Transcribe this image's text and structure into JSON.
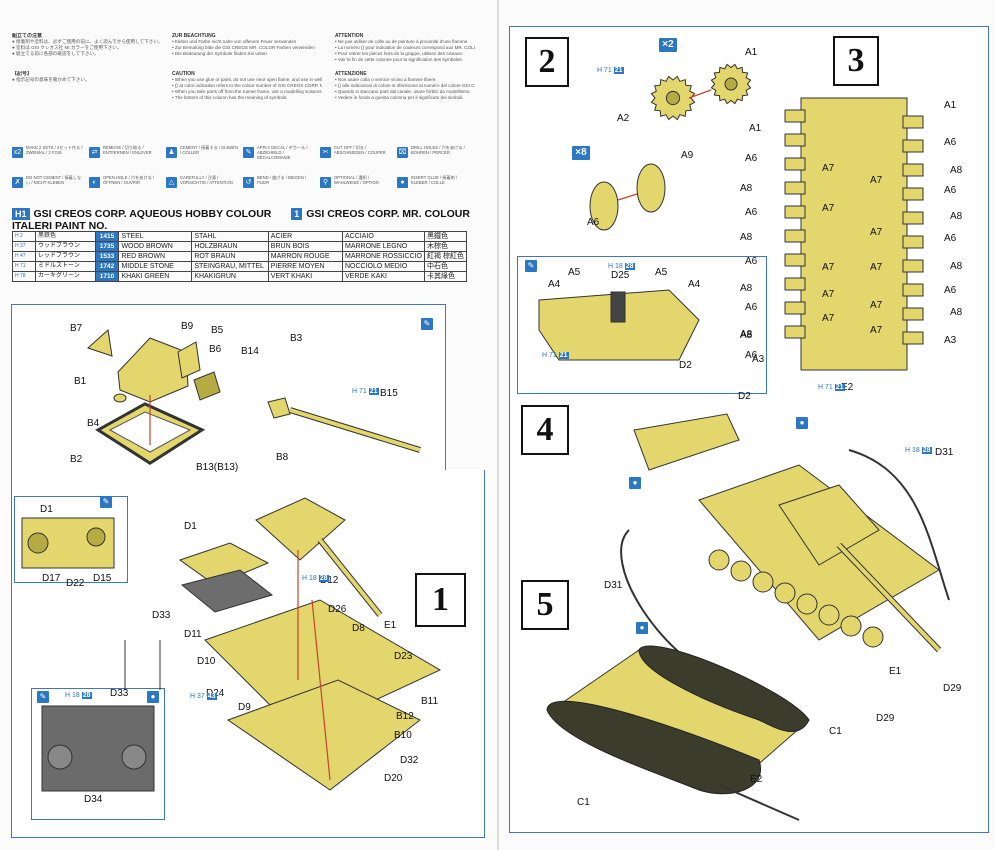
{
  "header": {
    "jp": {
      "title": "組立ての注意",
      "lines": [
        "● 接着剤や塗料は、必ずご使用の前に、よく読んでから使用して下さい。",
        "● 塗料は GSI クレオス社 Mr.カラーをご使用下さい。",
        "● 組立てる前に各部の確認をして下さい。"
      ],
      "symbols_title": "【記号】",
      "symbol_lines": [
        "● 指示記号の意味を確かめて下さい。"
      ]
    },
    "de": {
      "title": "ZUR BEACHTUNG",
      "lines": [
        "• Kleber und Farbe nicht nahe von offenem Feuer verwenden",
        "• Zur Bemalung bitte die GSI CREOS MR. COLOR Farben verwenden",
        "• Die Bedeutung der Symbole finden Sie unten"
      ],
      "caution_title": "CAUTION",
      "caution_lines": [
        "• When you use glue or paint, do not use near open flame, and use in well ventilated room.",
        "• () at color indication refers to the colour number of GSI CREOS CORP. MR. COLOR.",
        "• When you take parts off from the runner frame, use a modelling scissors.",
        "• The bottom of this column has the meaning of symbols."
      ]
    },
    "fr": {
      "title": "ATTENTION",
      "lines": [
        "• Ne pas utiliser de colle ou de peinture à proximité d'une flamme.",
        "• La numéro () pour indication de couleurs correspond aux MR. COLOR de GSI CREOS.",
        "• Pour retirer les pièces hors de la grappe, utilisez des ciseaux.",
        "• Voir le fin de cette colonne pour la signification des symboles."
      ],
      "it_title": "ATTENZIONE",
      "it_lines": [
        "• Non usare colla o vernice vicino a fiamme libere.",
        "• () alle indicazioni di colore si riferiscono al numero del colore GSI CREOS MR. COLOR.",
        "• Quando si staccano parti dal canale, usare forbici da modellismo.",
        "• Vedere in fondo a questa colonna per il significato dei simboli."
      ]
    }
  },
  "legend": [
    {
      "icon": "x2",
      "text": "MAKE 2 SETS / 2セット作る / ZWEIMAL / 2 FOIS"
    },
    {
      "icon": "⇄",
      "text": "REMOVE / 切り取る / ENTFERNEN / ENLEVER"
    },
    {
      "icon": "♟",
      "text": "CEMENT / 接着する / KLEBEN / COLLER"
    },
    {
      "icon": "✎",
      "text": "APPLY DECAL / デカール / ABZIEHBILD / DÉCALCOMANIE"
    },
    {
      "icon": "✂",
      "text": "CUT OFF / 切る / ABSCHNEIDEN / COUPER"
    },
    {
      "icon": "⌧",
      "text": "DRILL HOLES / 穴をあける / BOHREN / PERCER"
    },
    {
      "icon": "✗",
      "text": "DO NOT CEMENT / 接着しない / NICHT KLEBEN"
    },
    {
      "icon": "◐",
      "text": "OPEN HOLE / 穴をあける / ÖFFNEN / OUVRIR"
    },
    {
      "icon": "△",
      "text": "CAREFULLY / 注意 / VORSICHTIG / ATTENTION"
    },
    {
      "icon": "↺",
      "text": "BEND / 曲げる / BIEGEN / PLIER"
    },
    {
      "icon": "⚲",
      "text": "OPTIONAL / 選択 / WAHLWEISE / OPTION"
    },
    {
      "icon": "●",
      "text": "INSERT GLUE / 接着剤 / KLEBER / COLLE"
    }
  ],
  "brands": {
    "h_badge": "H1",
    "h_text": "GSI CREOS CORP. AQUEOUS HOBBY COLOUR",
    "m_badge": "1",
    "m_text": "GSI CREOS CORP. MR. COLOUR",
    "italeri": "ITALERI PAINT NO."
  },
  "paint_table": [
    {
      "h": "H 2",
      "jp": "黒鉄色",
      "code": "1415",
      "en": "STEEL",
      "de": "STAHL",
      "fr": "ACIER",
      "it": "ACCIAIO",
      "cn": "黑鐵色"
    },
    {
      "h": "H 37",
      "jp": "ウッドブラウン",
      "code": "1735",
      "en": "WOOD BROWN",
      "de": "HOLZBRAUN",
      "fr": "BRUN BOIS",
      "it": "MARRONE LEGNO",
      "cn": "木棕色"
    },
    {
      "h": "H 47",
      "jp": "レッドブラウン",
      "code": "1533",
      "en": "RED BROWN",
      "de": "ROT BRAUN",
      "fr": "MARRON ROUGE",
      "it": "MARRONE ROSSICCIO",
      "cn": "紅褐 棕紅色"
    },
    {
      "h": "H 71",
      "jp": "ミドルストーン",
      "code": "1742",
      "en": "MIDDLE STONE",
      "de": "STEINGRAU, MITTEL",
      "fr": "PIERRE MOYEN",
      "it": "NOCCIOLO MEDIO",
      "cn": "中石色"
    },
    {
      "h": "H 78",
      "jp": "カーキグリーン",
      "code": "1710",
      "en": "KHAKI GREEN",
      "de": "KHAKIGRÜN",
      "fr": "VERT KHAKI",
      "it": "VERDE KAKI",
      "cn": "卡其綠色"
    }
  ],
  "labels": {
    "s_top": [
      "B7",
      "B9",
      "B5",
      "B6",
      "B14",
      "B3",
      "B1",
      "B4",
      "B15",
      "B2",
      "B13(B13)",
      "B8"
    ],
    "s1_inset": [
      "D1",
      "D17",
      "D22",
      "D15"
    ],
    "s1": [
      "D1",
      "D33",
      "D11",
      "D10",
      "D12",
      "D26",
      "D8",
      "E1",
      "D23",
      "D24",
      "D9",
      "B11",
      "B12",
      "B10",
      "D32",
      "D20"
    ],
    "s1_bottom": [
      "D33",
      "D34"
    ],
    "s2": [
      "A1",
      "A2",
      "A9",
      "A6"
    ],
    "s3_left": [
      "A1",
      "A6",
      "A8",
      "A6",
      "A8",
      "A6",
      "A8",
      "A6",
      "A8",
      "A6",
      "A8",
      "A3"
    ],
    "s3_mid": [
      "A7",
      "A7",
      "A7",
      "A7",
      "A7",
      "A7",
      "A7",
      "A7",
      "A7",
      "A7"
    ],
    "s3_right": [
      "A1",
      "A6",
      "A8",
      "A6",
      "A8",
      "A6",
      "A8",
      "A6",
      "A8",
      "A3"
    ],
    "s3_bottom": "E2",
    "s4_inset": [
      "A4",
      "A5",
      "D25",
      "A5",
      "A4",
      "D2"
    ],
    "s4": [
      "D2",
      "D31",
      "D31",
      "E1",
      "D29",
      "D29"
    ],
    "s5": [
      "C1",
      "E2",
      "C1"
    ]
  },
  "steps": {
    "one": "1",
    "two": "2",
    "three": "3",
    "four": "4",
    "five": "5"
  },
  "callouts": {
    "h71_21": "71",
    "h71_21b": "21",
    "h18_28": "18",
    "h18_28b": "28",
    "h37_43": "37",
    "h37_43b": "43",
    "qty2": "×2",
    "qty8": "×8"
  },
  "colors": {
    "model": "#e2d66c",
    "model_dark": "#b6ab43",
    "frame": "#3d77c1",
    "accent": "#2c77c4",
    "arrow": "#c8622d"
  }
}
